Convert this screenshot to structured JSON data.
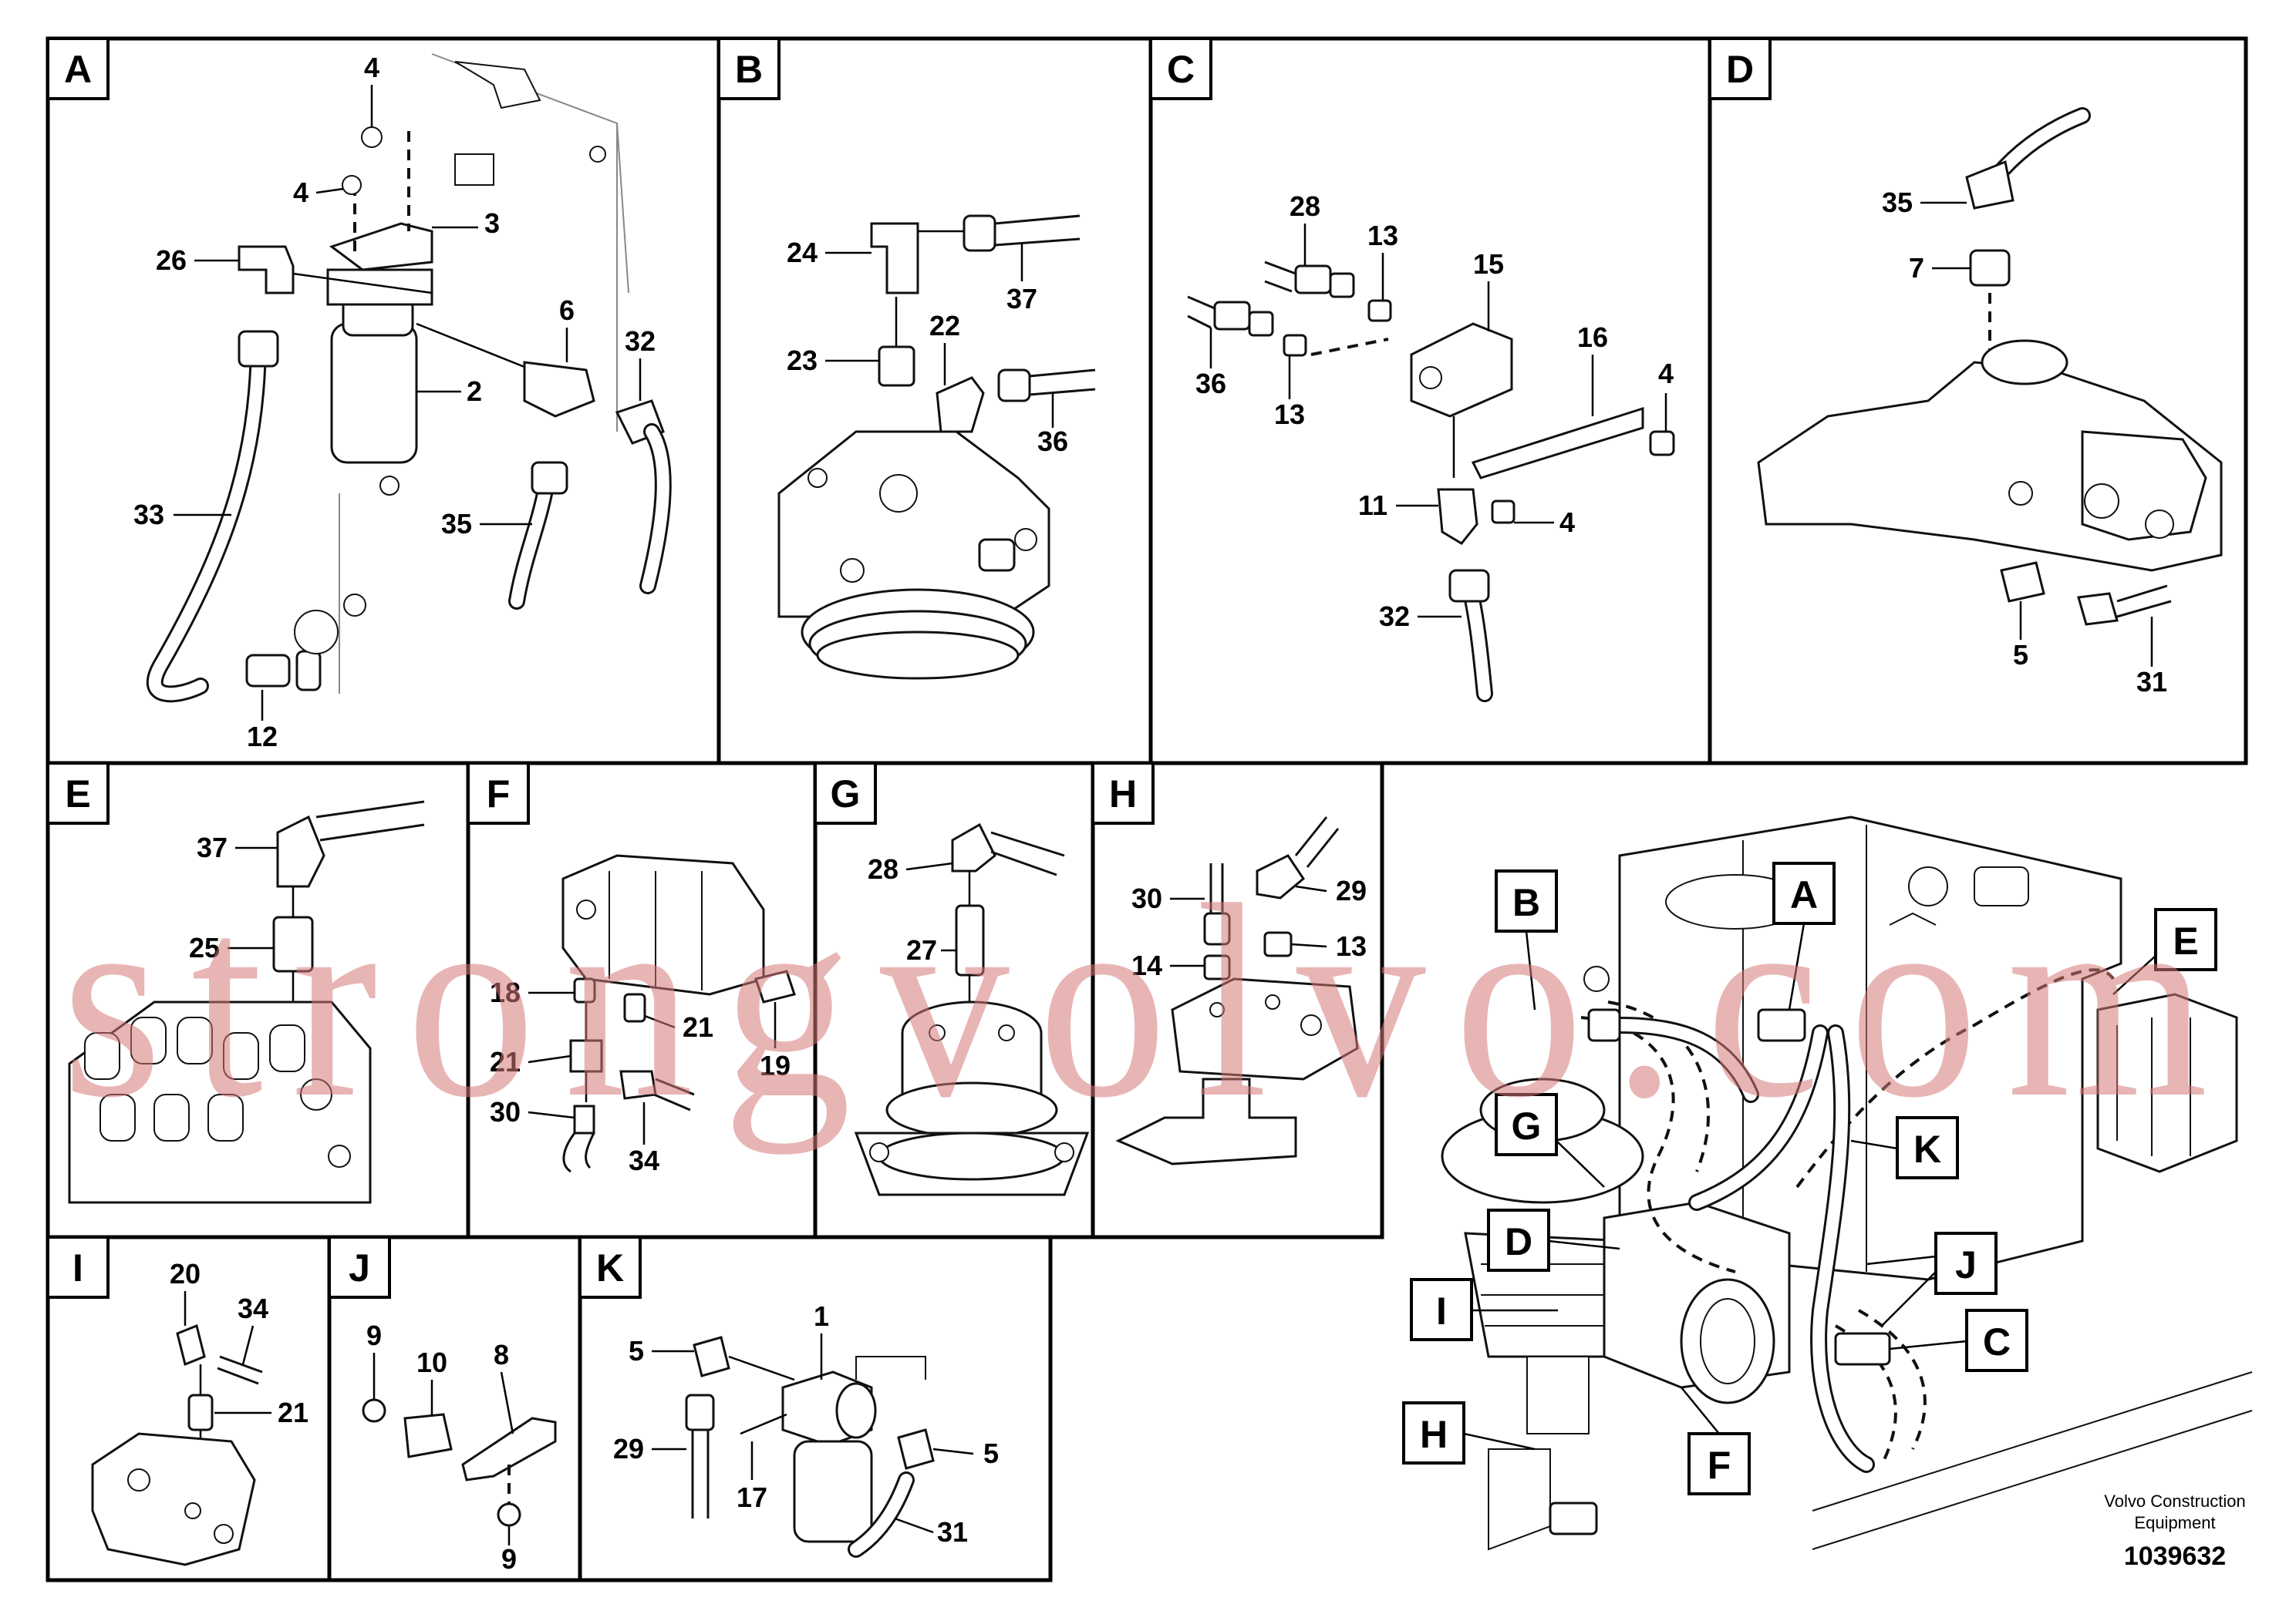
{
  "panels": [
    {
      "id": "A"
    },
    {
      "id": "B"
    },
    {
      "id": "C"
    },
    {
      "id": "D"
    },
    {
      "id": "E"
    },
    {
      "id": "F"
    },
    {
      "id": "G"
    },
    {
      "id": "H"
    },
    {
      "id": "I"
    },
    {
      "id": "J"
    },
    {
      "id": "K"
    }
  ],
  "callouts": {
    "A": [
      "4",
      "4",
      "3",
      "26",
      "6",
      "32",
      "2",
      "33",
      "35",
      "12"
    ],
    "B": [
      "24",
      "37",
      "23",
      "22",
      "36"
    ],
    "C": [
      "28",
      "13",
      "15",
      "16",
      "36",
      "13",
      "4",
      "11",
      "4",
      "32"
    ],
    "D": [
      "35",
      "7",
      "5",
      "31"
    ],
    "E": [
      "37",
      "25"
    ],
    "F": [
      "18",
      "21",
      "19",
      "21",
      "30",
      "34"
    ],
    "G": [
      "28",
      "27"
    ],
    "H": [
      "30",
      "29",
      "14",
      "13"
    ],
    "I": [
      "20",
      "34",
      "21"
    ],
    "J": [
      "9",
      "10",
      "8",
      "9"
    ],
    "K": [
      "1",
      "5",
      "29",
      "17",
      "5",
      "31"
    ]
  },
  "overview_tags": [
    "B",
    "A",
    "E",
    "G",
    "K",
    "D",
    "J",
    "I",
    "C",
    "H",
    "F"
  ],
  "footer": {
    "brand_line1": "Volvo Construction",
    "brand_line2": "Equipment",
    "drawing_number": "1039632"
  },
  "watermark": "strongvolvo.com",
  "colors": {
    "line": "#000000",
    "background": "#ffffff",
    "watermark": "#d67878"
  }
}
